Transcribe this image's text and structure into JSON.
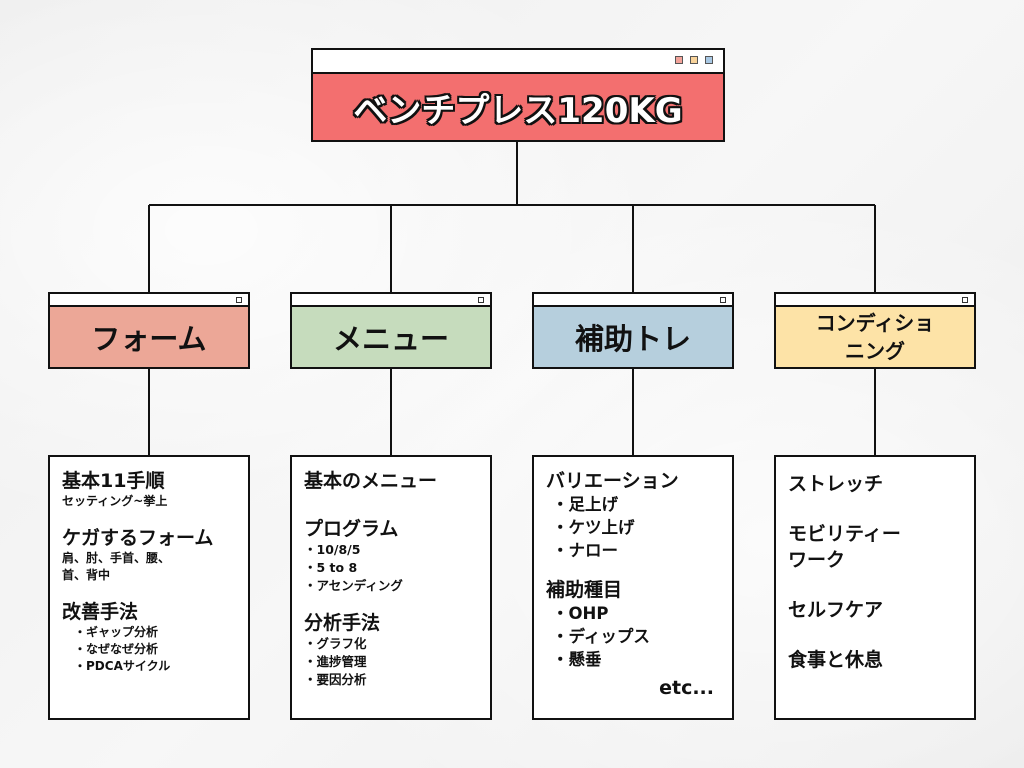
{
  "title": "ベンチプレス120KG",
  "categories": [
    {
      "name": "フォーム",
      "sections": [
        {
          "heading": "基本11手順",
          "subtext": [
            "セッティング~挙上"
          ],
          "items": []
        },
        {
          "heading": "ケガするフォーム",
          "subtext": [
            "肩、肘、手首、腰、",
            "首、背中"
          ],
          "items": []
        },
        {
          "heading": "改善手法",
          "subtext": [],
          "items": [
            "・ギャップ分析",
            "・なぜなぜ分析",
            "・PDCAサイクル"
          ]
        }
      ]
    },
    {
      "name": "メニュー",
      "sections": [
        {
          "heading": "基本のメニュー",
          "items": []
        },
        {
          "heading": "プログラム",
          "items": [
            "・10/8/5",
            "・5 to 8",
            "・アセンディング"
          ]
        },
        {
          "heading": "分析手法",
          "items": [
            "・グラフ化",
            "・進捗管理",
            "・要因分析"
          ]
        }
      ]
    },
    {
      "name": "補助トレ",
      "sections": [
        {
          "heading": "バリエーション",
          "items": [
            "・足上げ",
            "・ケツ上げ",
            "・ナロー"
          ]
        },
        {
          "heading": "補助種目",
          "items": [
            "・OHP",
            "・ディップス",
            "・懸垂"
          ]
        }
      ],
      "footer": "etc..."
    },
    {
      "name": "コンディショ\nニング",
      "name_lines": [
        "コンディショ",
        "ニング"
      ],
      "items": [
        "ストレッチ",
        "モビリティー",
        "ワーク",
        "セルフケア",
        "食事と休息"
      ]
    }
  ],
  "colors": {
    "main": "#f36f6f",
    "form": "#eca797",
    "menu": "#c6dcbd",
    "assist": "#b6cfdd",
    "condition": "#fde3a7"
  }
}
